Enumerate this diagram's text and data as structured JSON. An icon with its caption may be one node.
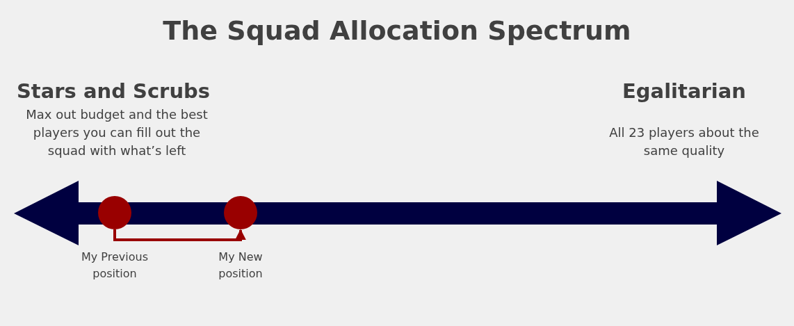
{
  "diagram": {
    "title": "The Squad Allocation Spectrum",
    "nodes": [
      {
        "text": [],
        "shape": "circle",
        "beside": [
          "My Previous position"
        ]
      },
      {
        "text": [],
        "shape": "circle",
        "beside": [
          "My New position"
        ]
      }
    ],
    "edges": [
      {
        "from": 0,
        "to": 1,
        "arrow": "to"
      }
    ],
    "labels": [
      "Stars and Scrubs",
      "Max out budget and the best players you can fill out the squad with what’s left",
      "Egalitarian",
      "All 23 players about the same quality"
    ]
  }
}
